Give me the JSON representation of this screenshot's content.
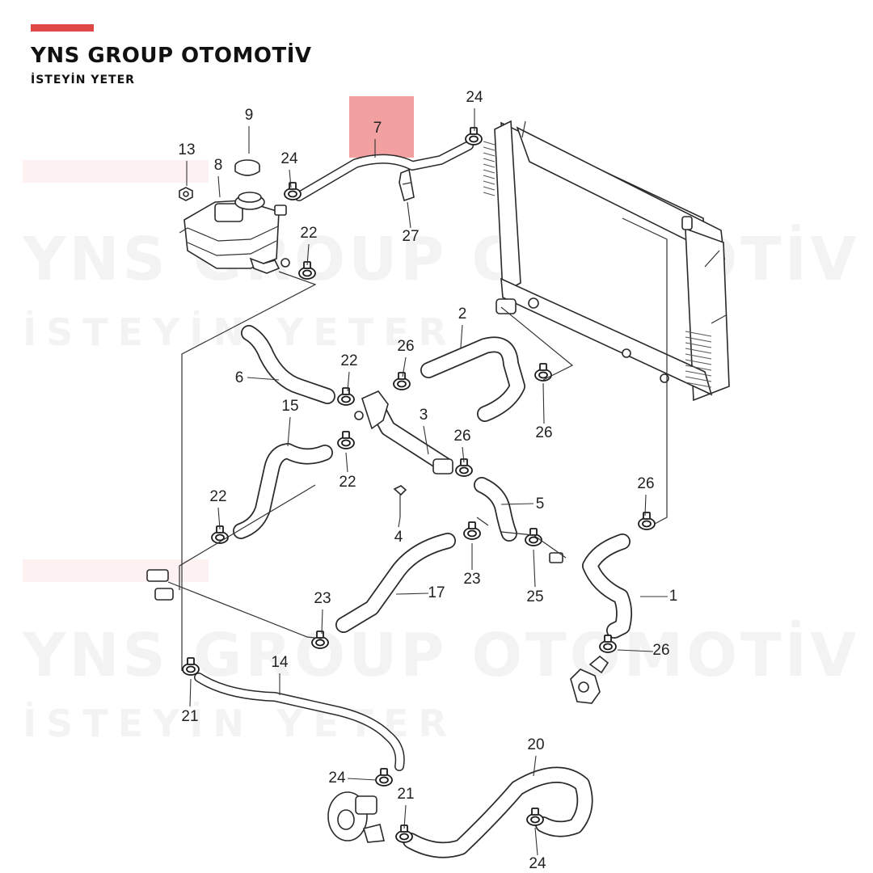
{
  "header": {
    "brand_name": "YNS GROUP OTOMOTİV",
    "tagline": "İSTEYİN YETER",
    "accent_color": "#e04848"
  },
  "highlight": {
    "label": "7",
    "color": "#f2a0a0"
  },
  "callouts": [
    {
      "label": "24"
    },
    {
      "label": "9"
    },
    {
      "label": "13"
    },
    {
      "label": "8"
    },
    {
      "label": "24"
    },
    {
      "label": "27"
    },
    {
      "label": "22"
    },
    {
      "label": "2"
    },
    {
      "label": "26"
    },
    {
      "label": "22"
    },
    {
      "label": "6"
    },
    {
      "label": "15"
    },
    {
      "label": "3"
    },
    {
      "label": "26"
    },
    {
      "label": "26"
    },
    {
      "label": "22"
    },
    {
      "label": "22"
    },
    {
      "label": "4"
    },
    {
      "label": "5"
    },
    {
      "label": "26"
    },
    {
      "label": "23"
    },
    {
      "label": "17"
    },
    {
      "label": "25"
    },
    {
      "label": "1"
    },
    {
      "label": "23"
    },
    {
      "label": "26"
    },
    {
      "label": "14"
    },
    {
      "label": "21"
    },
    {
      "label": "20"
    },
    {
      "label": "24"
    },
    {
      "label": "21"
    },
    {
      "label": "24"
    }
  ]
}
